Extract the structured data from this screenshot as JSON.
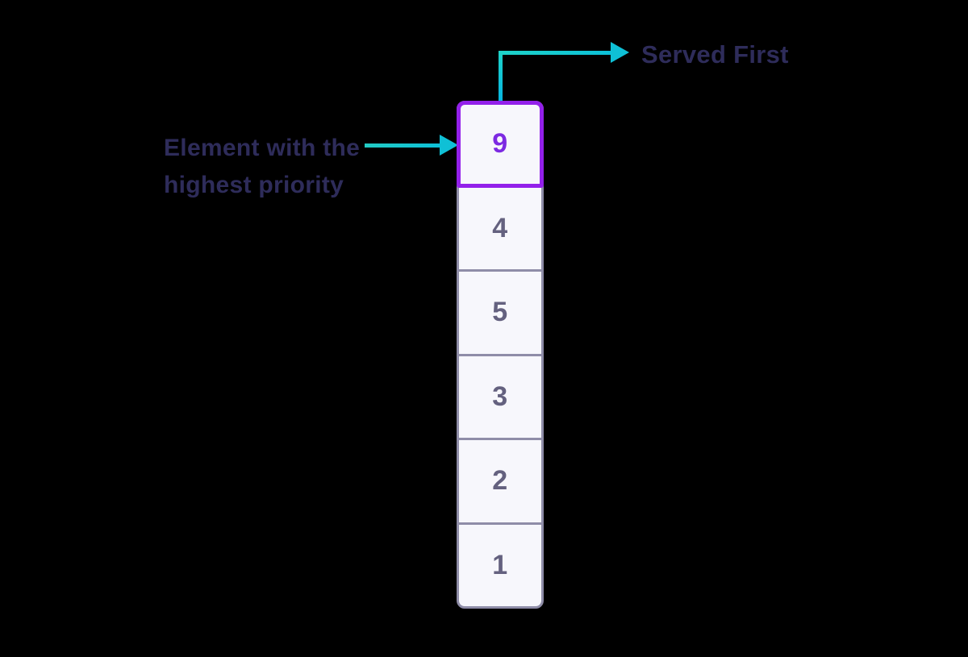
{
  "diagram": {
    "served_first": {
      "label": "Served First"
    },
    "priority_note": {
      "line1": "Element with the",
      "line2": "highest priority"
    },
    "queue": {
      "cells": [
        {
          "value": "9",
          "highlighted": true
        },
        {
          "value": "4",
          "highlighted": false
        },
        {
          "value": "5",
          "highlighted": false
        },
        {
          "value": "3",
          "highlighted": false
        },
        {
          "value": "2",
          "highlighted": false
        },
        {
          "value": "1",
          "highlighted": false
        }
      ]
    },
    "colors": {
      "background": "#000000",
      "arrow_teal_start": "#1ed3c8",
      "arrow_teal_end": "#07b6e0",
      "highlight_border": "#9320ea",
      "highlight_number": "#7d2ae2",
      "label_navy": "#2e2c5a",
      "cell_background": "#f7f7fc",
      "cell_border": "#8f8da8",
      "cell_number": "#64617f"
    }
  }
}
